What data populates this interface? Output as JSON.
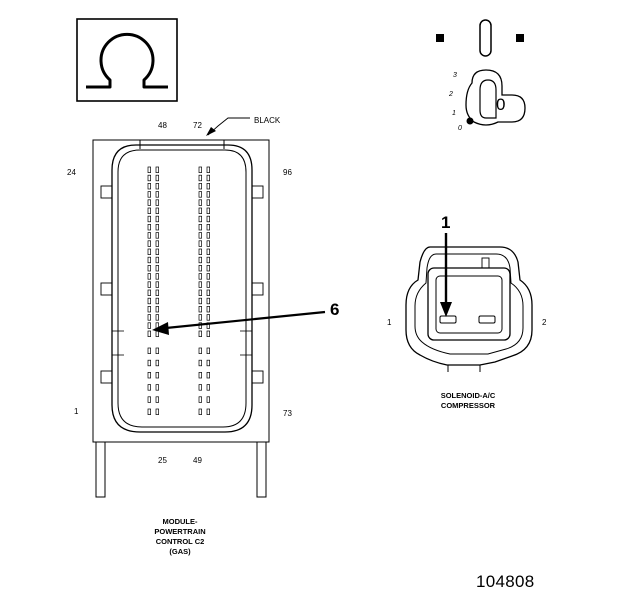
{
  "legend_symbol": {
    "icon": "ohm-symbol-icon"
  },
  "module_connector": {
    "pins": {
      "p48": "48",
      "p72": "72",
      "p24": "24",
      "p96": "96",
      "p1": "1",
      "p73": "73",
      "p25": "25",
      "p49": "49"
    },
    "color_label": "BLACK",
    "callout": "6",
    "caption": [
      "MODULE-",
      "POWERTRAIN",
      "CONTROL C2",
      "(GAS)"
    ]
  },
  "ignition_switch": {
    "positions": {
      "pos3": "3",
      "pos2": "2",
      "pos1": "1",
      "pos0": "0"
    },
    "key_label": "0"
  },
  "solenoid_connector": {
    "callout": "1",
    "pin_left": "1",
    "pin_right": "2",
    "caption": [
      "SOLENOID-A/C",
      "COMPRESSOR"
    ]
  },
  "figure_number": "104808"
}
